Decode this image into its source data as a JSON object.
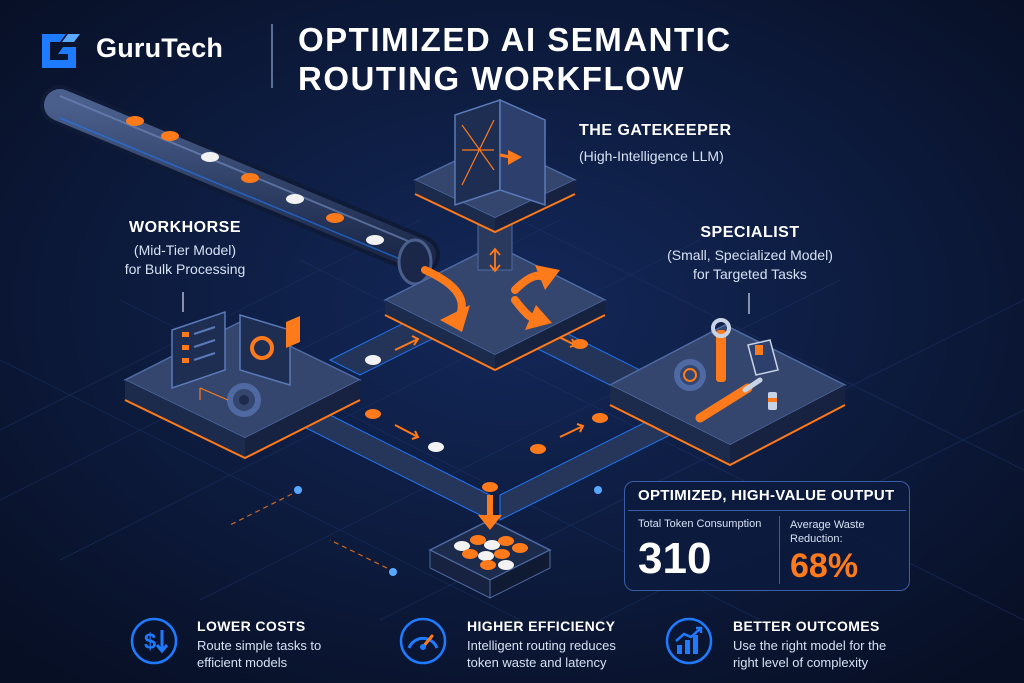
{
  "brand": {
    "name": "GuruTech",
    "logo_icon": "g-logo-icon",
    "logo_color": "#1e7bff"
  },
  "title": {
    "line1": "OPTIMIZED AI SEMANTIC",
    "line2": "ROUTING WORKFLOW"
  },
  "nodes": {
    "gatekeeper": {
      "title": "THE GATEKEEPER",
      "subtitle": "(High-Intelligence LLM)",
      "icon": "server-rack-icon"
    },
    "workhorse": {
      "title": "WORKHORSE",
      "subtitle1": "(Mid-Tier Model)",
      "subtitle2": "for Bulk Processing",
      "icon": "dashboard-gear-icon"
    },
    "specialist": {
      "title": "SPECIALIST",
      "subtitle1": "(Small, Specialized Model)",
      "subtitle2": "for Targeted Tasks",
      "icon": "tools-icon"
    }
  },
  "output": {
    "title": "OPTIMIZED, HIGH-VALUE OUTPUT",
    "metric1_label": "Total Token Consumption",
    "metric1_value": "310",
    "metric2_label1": "Average Waste",
    "metric2_label2": "Reduction:",
    "metric2_value": "68%"
  },
  "benefits": [
    {
      "title": "LOWER COSTS",
      "line1": "Route simple tasks to",
      "line2": "efficient models",
      "icon": "dollar-down-icon"
    },
    {
      "title": "HIGHER EFFICIENCY",
      "line1": "Intelligent routing reduces",
      "line2": "token waste and latency",
      "icon": "gauge-icon"
    },
    {
      "title": "BETTER OUTCOMES",
      "line1": "Use the right model for the",
      "line2": "right level of complexity",
      "icon": "chart-up-icon"
    }
  ],
  "colors": {
    "background": "#0a1530",
    "accent_orange": "#ff7a1a",
    "accent_blue": "#1e7bff",
    "platform": "#2a3a5e",
    "platform_top": "#34466e",
    "token_white": "#f2f2f2"
  }
}
